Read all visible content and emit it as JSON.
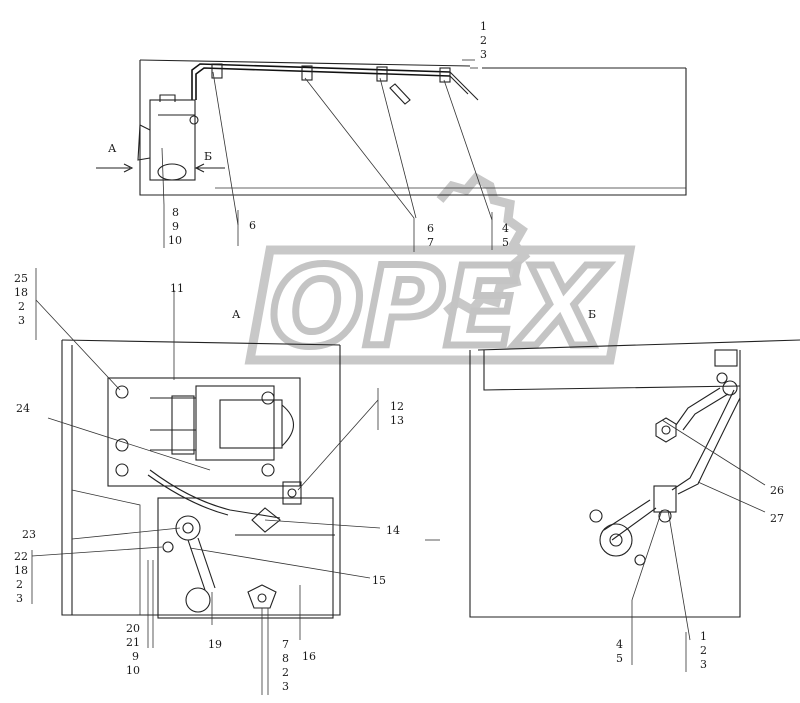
{
  "watermark": {
    "text": "OPEX"
  },
  "view_labels": {
    "a_arrow": "А",
    "b_arrow": "Б",
    "view_a": "А",
    "view_b": "Б"
  },
  "callouts": {
    "top_right": [
      "1",
      "2",
      "3"
    ],
    "top_left_stack": [
      "8",
      "9",
      "10"
    ],
    "top_6": "6",
    "top_mid": [
      "6",
      "7"
    ],
    "top_right_lower": [
      "4",
      "5"
    ],
    "left_top_stack": [
      "25",
      "18",
      "2",
      "3"
    ],
    "n11": "11",
    "n24": "24",
    "right_stack": [
      "12",
      "13"
    ],
    "n14": "14",
    "n23": "23",
    "left_mid_stack": [
      "22",
      "18",
      "2",
      "3"
    ],
    "n15": "15",
    "bottom_left_stack": [
      "20",
      "21",
      "9",
      "10"
    ],
    "n19": "19",
    "bottom_mid_stack": [
      "7",
      "8",
      "2",
      "3"
    ],
    "n16": "16",
    "n26": "26",
    "n27": "27",
    "bottom_b_left": [
      "4",
      "5"
    ],
    "bottom_b_right": [
      "1",
      "2",
      "3"
    ]
  }
}
